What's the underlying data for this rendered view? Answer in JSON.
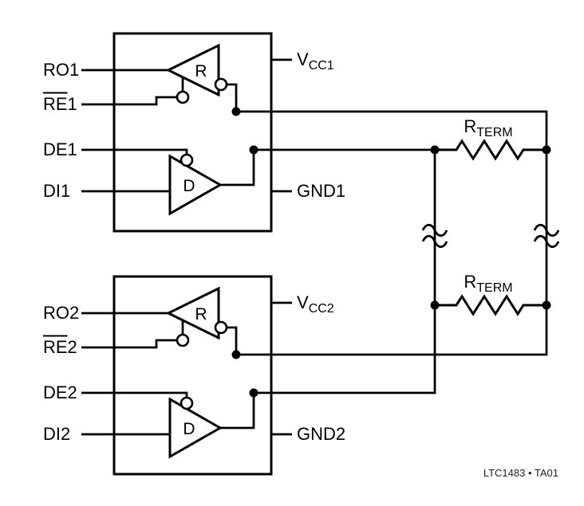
{
  "blocks": [
    {
      "ro": "RO1",
      "re": "RE1",
      "de": "DE1",
      "di": "DI1",
      "receiver": "R",
      "driver": "D",
      "vcc_main": "V",
      "vcc_sub": "CC1",
      "gnd": "GND1"
    },
    {
      "ro": "RO2",
      "re": "RE2",
      "de": "DE2",
      "di": "DI2",
      "receiver": "R",
      "driver": "D",
      "vcc_main": "V",
      "vcc_sub": "CC2",
      "gnd": "GND2"
    }
  ],
  "termination": {
    "r_main": "R",
    "r_sub": "TERM"
  },
  "footer": "LTC1483 • TA01",
  "colors": {
    "line": "#000000",
    "background": "#ffffff"
  }
}
